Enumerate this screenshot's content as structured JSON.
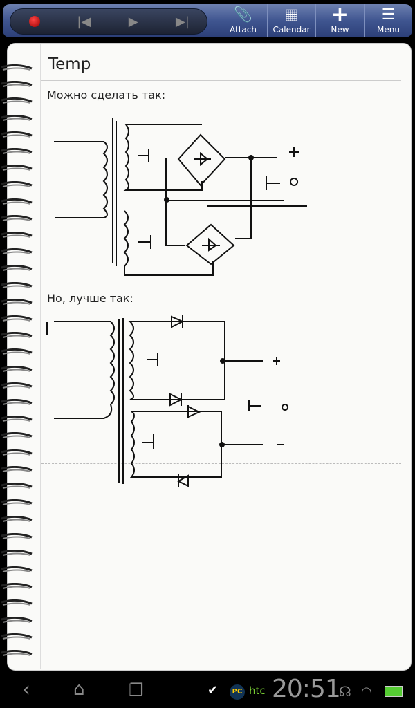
{
  "toolbar": {
    "attach": "Attach",
    "calendar": "Calendar",
    "new": "New",
    "menu": "Menu"
  },
  "note": {
    "title": "Temp",
    "line1": "Можно сделать так:",
    "line2": "Но, лучше так:"
  },
  "status": {
    "time": "20:51",
    "brand": "htc",
    "pc_label": "PC"
  },
  "colors": {
    "toolbar": "#3f5590",
    "accent_record": "#cc1111",
    "battery": "#5c3"
  }
}
